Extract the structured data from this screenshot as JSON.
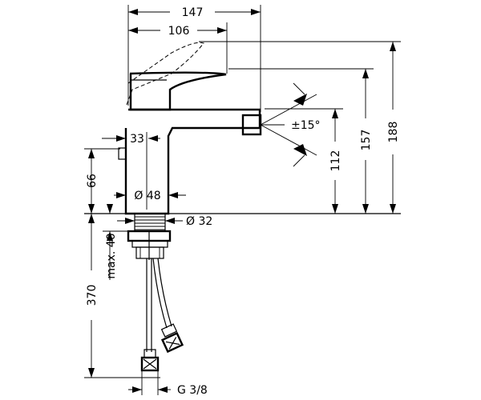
{
  "dimensions": {
    "overall_width": "147",
    "spout_width": "106",
    "height_total": "188",
    "height_handle": "157",
    "height_outlet": "112",
    "angle": "±15°",
    "body_offset": "33",
    "base_height": "66",
    "base_diameter": "Ø 48",
    "shank_diameter": "Ø 32",
    "max_thickness": "max. 40",
    "hose_length": "370",
    "thread": "G 3/8"
  }
}
